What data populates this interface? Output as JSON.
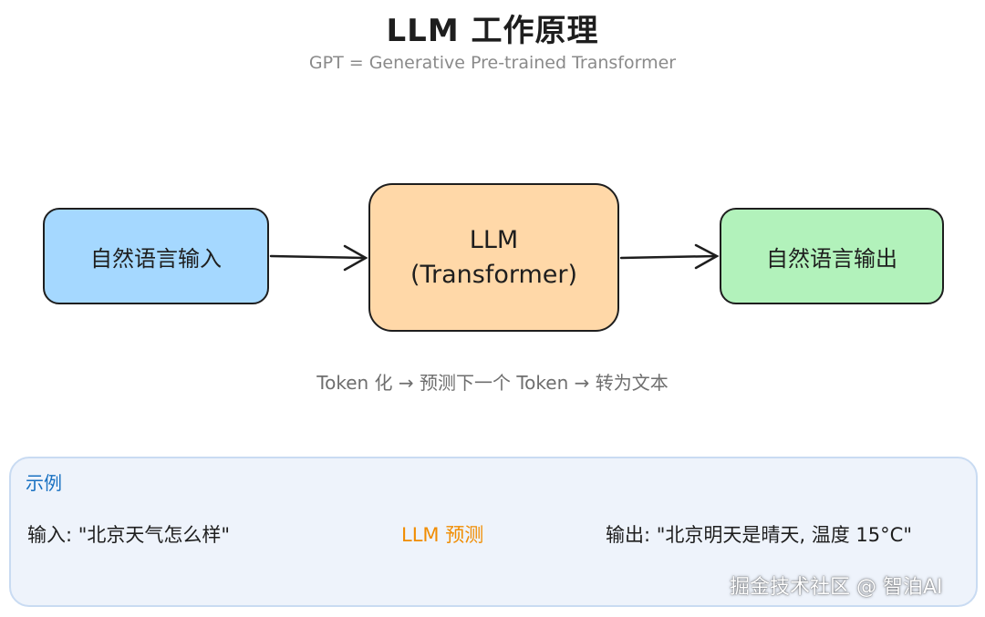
{
  "title": "LLM 工作原理",
  "subtitle": "GPT = Generative Pre-trained Transformer",
  "nodes": {
    "input": {
      "label": "自然语言输入",
      "color": "#a5d8ff"
    },
    "llm": {
      "line1": "LLM",
      "line2": "(Transformer)",
      "color": "#ffd8a8"
    },
    "output": {
      "label": "自然语言输出",
      "color": "#b2f2bb"
    }
  },
  "flow_caption": "Token 化 → 预测下一个 Token → 转为文本",
  "example": {
    "heading": "示例",
    "input_text": "输入: \"北京天气怎么样\"",
    "middle_text": "LLM 预测",
    "output_text": "输出: \"北京明天是晴天, 温度 15°C\"",
    "accent_color": "#f08c00",
    "heading_color": "#1971c2"
  },
  "watermark": "掘金技术社区 @ 智泊AI"
}
